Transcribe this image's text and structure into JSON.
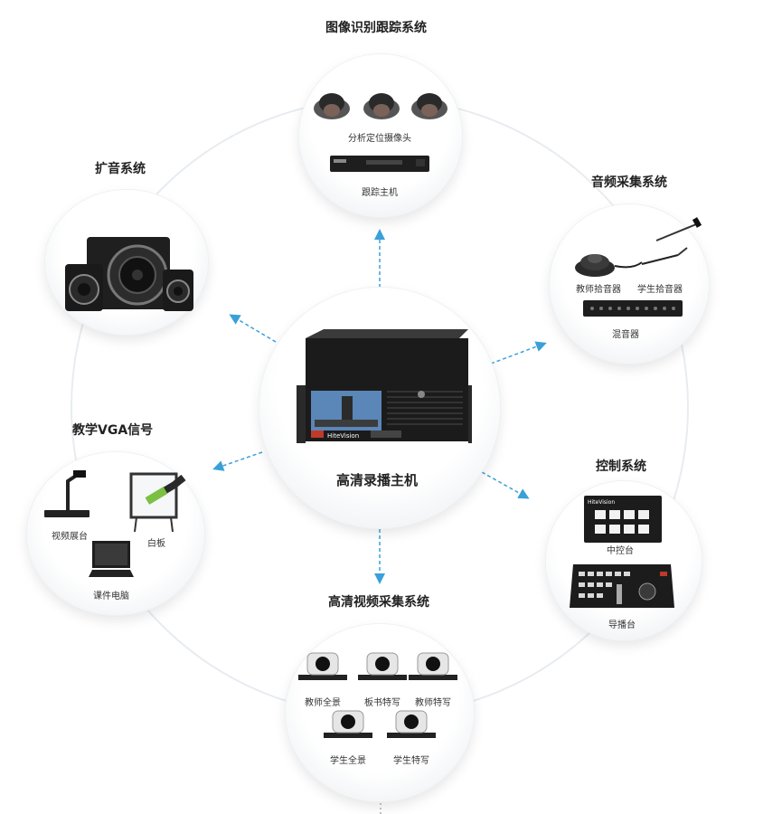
{
  "center": {
    "title": "高清录播主机",
    "brand": "HiteVision"
  },
  "systems": {
    "image_tracking": {
      "title": "图像识别跟踪系统",
      "labels": [
        "分析定位摄像头",
        "跟踪主机"
      ]
    },
    "amplification": {
      "title": "扩音系统"
    },
    "audio": {
      "title": "音频采集系统",
      "labels": [
        "教师拾音器",
        "学生拾音器",
        "混音器"
      ]
    },
    "vga": {
      "title": "教学VGA信号",
      "labels": [
        "视频展台",
        "白板",
        "课件电脑"
      ]
    },
    "control": {
      "title": "控制系统",
      "labels": [
        "中控台",
        "导播台"
      ],
      "brand": "HiteVision"
    },
    "hd_video": {
      "title": "高清视频采集系统",
      "labels": [
        "教师全景",
        "板书特写",
        "教师特写",
        "学生全景",
        "学生特写"
      ]
    }
  },
  "colors": {
    "arrow": "#3aa0d8",
    "ring": "#e8ecf0",
    "accent": "#c0392b"
  },
  "icons": [
    "dome-camera-icon",
    "tracking-host-icon",
    "speaker-icon",
    "microphone-icon",
    "mixer-icon",
    "visualizer-icon",
    "whiteboard-icon",
    "laptop-icon",
    "control-panel-icon",
    "director-console-icon",
    "ptz-camera-icon",
    "recording-host-icon"
  ]
}
